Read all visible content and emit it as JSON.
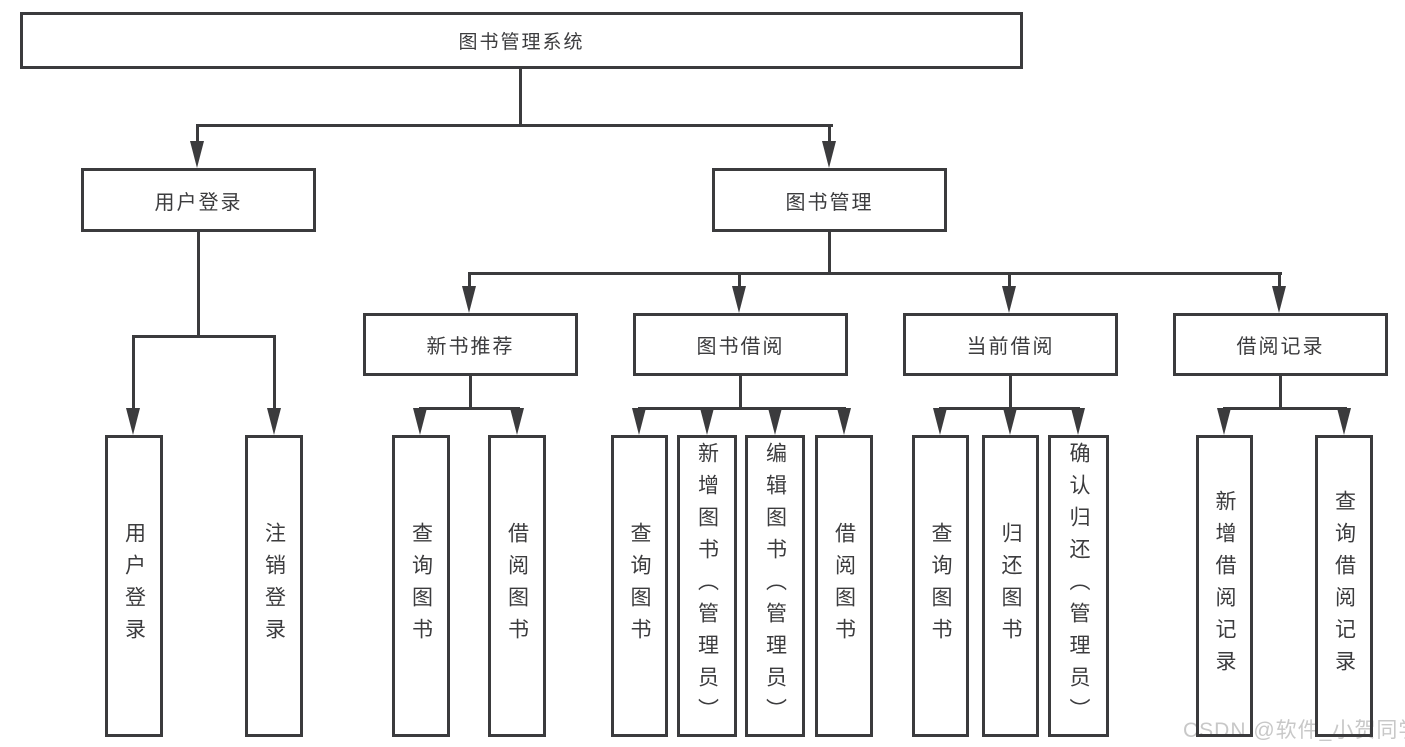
{
  "tree": {
    "label": "图书管理系统",
    "children": [
      {
        "label": "用户登录",
        "children": [
          {
            "label": "用户登录"
          },
          {
            "label": "注销登录"
          }
        ]
      },
      {
        "label": "图书管理",
        "children": [
          {
            "label": "新书推荐",
            "children": [
              {
                "label": "查询图书"
              },
              {
                "label": "借阅图书"
              }
            ]
          },
          {
            "label": "图书借阅",
            "children": [
              {
                "label": "查询图书"
              },
              {
                "label": "新增图书（管理员）"
              },
              {
                "label": "编辑图书（管理员）"
              },
              {
                "label": "借阅图书"
              }
            ]
          },
          {
            "label": "当前借阅",
            "children": [
              {
                "label": "查询图书"
              },
              {
                "label": "归还图书"
              },
              {
                "label": "确认归还（管理员）"
              }
            ]
          },
          {
            "label": "借阅记录",
            "children": [
              {
                "label": "新增借阅记录"
              },
              {
                "label": "查询借阅记录"
              }
            ]
          }
        ]
      }
    ]
  },
  "watermark": {
    "text": "CSDN @软件_小贺同学"
  },
  "colors": {
    "line": "#3b3b3d",
    "text": "#3c3c3e",
    "watermark": "#c8c8c8",
    "bg": "#ffffff"
  }
}
